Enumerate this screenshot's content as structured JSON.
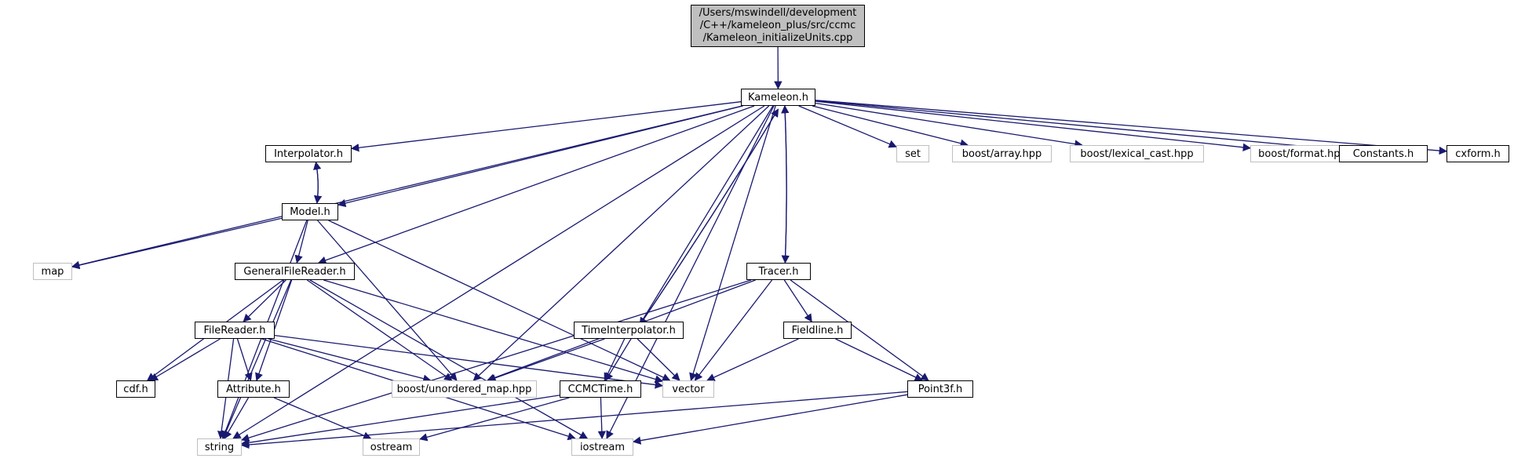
{
  "diagram": {
    "type": "include-dependency-graph",
    "edge_color": "#191970",
    "root_fill": "#bfbfbf",
    "external_border": "#bfbfbf",
    "nodes": [
      {
        "id": "root",
        "label": "/Users/mswindell/development\n/C++/kameleon_plus/src/ccmc\n/Kameleon_initializeUnits.cpp",
        "kind": "root"
      },
      {
        "id": "kameleon",
        "label": "Kameleon.h",
        "kind": "local"
      },
      {
        "id": "interpolator",
        "label": "Interpolator.h",
        "kind": "local"
      },
      {
        "id": "set",
        "label": "set",
        "kind": "external"
      },
      {
        "id": "array",
        "label": "boost/array.hpp",
        "kind": "external"
      },
      {
        "id": "lexical",
        "label": "boost/lexical_cast.hpp",
        "kind": "external"
      },
      {
        "id": "format",
        "label": "boost/format.hpp",
        "kind": "external"
      },
      {
        "id": "constants",
        "label": "Constants.h",
        "kind": "local"
      },
      {
        "id": "cxform",
        "label": "cxform.h",
        "kind": "local"
      },
      {
        "id": "model",
        "label": "Model.h",
        "kind": "local"
      },
      {
        "id": "map",
        "label": "map",
        "kind": "external"
      },
      {
        "id": "gfr",
        "label": "GeneralFileReader.h",
        "kind": "local"
      },
      {
        "id": "tracer",
        "label": "Tracer.h",
        "kind": "local"
      },
      {
        "id": "filereader",
        "label": "FileReader.h",
        "kind": "local"
      },
      {
        "id": "timeinterp",
        "label": "TimeInterpolator.h",
        "kind": "local"
      },
      {
        "id": "fieldline",
        "label": "Fieldline.h",
        "kind": "local"
      },
      {
        "id": "cdf",
        "label": "cdf.h",
        "kind": "local"
      },
      {
        "id": "attribute",
        "label": "Attribute.h",
        "kind": "local"
      },
      {
        "id": "umap",
        "label": "boost/unordered_map.hpp",
        "kind": "external"
      },
      {
        "id": "ccmctime",
        "label": "CCMCTime.h",
        "kind": "local"
      },
      {
        "id": "vector",
        "label": "vector",
        "kind": "external"
      },
      {
        "id": "point3f",
        "label": "Point3f.h",
        "kind": "local"
      },
      {
        "id": "string",
        "label": "string",
        "kind": "external"
      },
      {
        "id": "ostream",
        "label": "ostream",
        "kind": "external"
      },
      {
        "id": "iostream",
        "label": "iostream",
        "kind": "external"
      }
    ],
    "edges": [
      [
        "root",
        "kameleon"
      ],
      [
        "kameleon",
        "interpolator"
      ],
      [
        "kameleon",
        "set"
      ],
      [
        "kameleon",
        "array"
      ],
      [
        "kameleon",
        "lexical"
      ],
      [
        "kameleon",
        "format"
      ],
      [
        "kameleon",
        "constants"
      ],
      [
        "kameleon",
        "cxform"
      ],
      [
        "kameleon",
        "model"
      ],
      [
        "kameleon",
        "map"
      ],
      [
        "kameleon",
        "gfr"
      ],
      [
        "kameleon",
        "tracer"
      ],
      [
        "kameleon",
        "timeinterp"
      ],
      [
        "kameleon",
        "umap"
      ],
      [
        "kameleon",
        "ccmctime"
      ],
      [
        "kameleon",
        "vector"
      ],
      [
        "kameleon",
        "string"
      ],
      [
        "kameleon",
        "iostream"
      ],
      [
        "interpolator",
        "model"
      ],
      [
        "model",
        "interpolator"
      ],
      [
        "model",
        "map"
      ],
      [
        "model",
        "gfr"
      ],
      [
        "model",
        "string"
      ],
      [
        "model",
        "umap"
      ],
      [
        "model",
        "vector"
      ],
      [
        "gfr",
        "filereader"
      ],
      [
        "gfr",
        "cdf"
      ],
      [
        "gfr",
        "attribute"
      ],
      [
        "gfr",
        "string"
      ],
      [
        "gfr",
        "umap"
      ],
      [
        "gfr",
        "vector"
      ],
      [
        "gfr",
        "iostream"
      ],
      [
        "filereader",
        "cdf"
      ],
      [
        "filereader",
        "attribute"
      ],
      [
        "filereader",
        "string"
      ],
      [
        "filereader",
        "umap"
      ],
      [
        "filereader",
        "vector"
      ],
      [
        "filereader",
        "iostream"
      ],
      [
        "attribute",
        "string"
      ],
      [
        "attribute",
        "ostream"
      ],
      [
        "tracer",
        "kameleon"
      ],
      [
        "tracer",
        "fieldline"
      ],
      [
        "tracer",
        "point3f"
      ],
      [
        "tracer",
        "umap"
      ],
      [
        "tracer",
        "vector"
      ],
      [
        "tracer",
        "string"
      ],
      [
        "timeinterp",
        "kameleon"
      ],
      [
        "timeinterp",
        "ccmctime"
      ],
      [
        "timeinterp",
        "umap"
      ],
      [
        "timeinterp",
        "vector"
      ],
      [
        "fieldline",
        "vector"
      ],
      [
        "fieldline",
        "point3f"
      ],
      [
        "ccmctime",
        "string"
      ],
      [
        "ccmctime",
        "ostream"
      ],
      [
        "ccmctime",
        "iostream"
      ],
      [
        "point3f",
        "string"
      ],
      [
        "point3f",
        "iostream"
      ]
    ]
  }
}
